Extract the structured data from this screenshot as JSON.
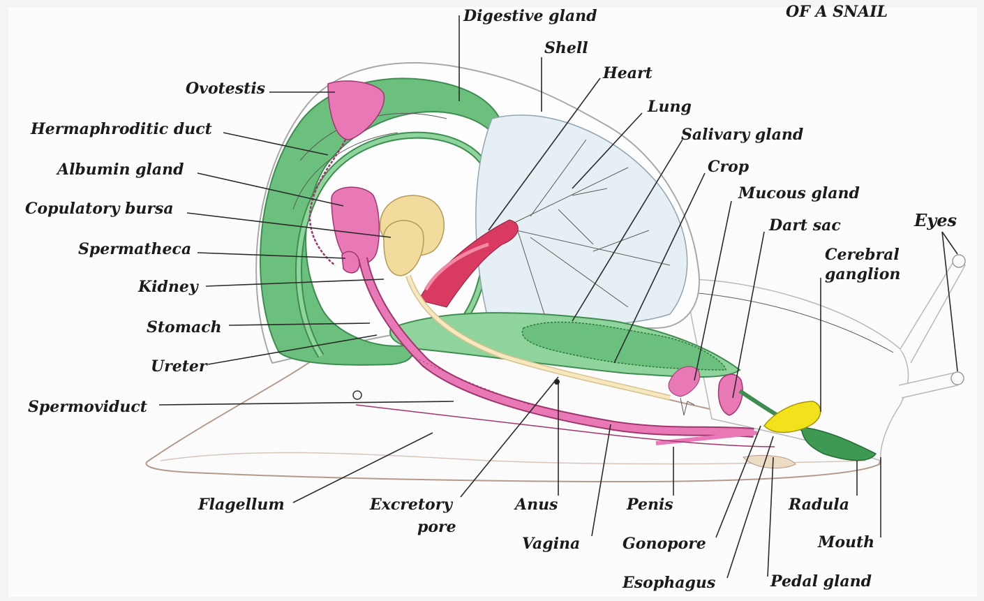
{
  "heading": "OF A SNAIL",
  "labels": {
    "digestive_gland": "Digestive gland",
    "shell": "Shell",
    "heart": "Heart",
    "lung": "Lung",
    "salivary_gland": "Salivary gland",
    "crop": "Crop",
    "mucous_gland": "Mucous gland",
    "dart_sac": "Dart sac",
    "eyes": "Eyes",
    "cerebral_ganglion_1": "Cerebral",
    "cerebral_ganglion_2": "ganglion",
    "ovotestis": "Ovotestis",
    "hermaphroditic_duct": "Hermaphroditic duct",
    "albumin_gland": "Albumin gland",
    "copulatory_bursa": "Copulatory bursa",
    "spermatheca": "Spermatheca",
    "kidney": "Kidney",
    "stomach": "Stomach",
    "ureter": "Ureter",
    "spermoviduct": "Spermoviduct",
    "flagellum": "Flagellum",
    "excretory_pore_1": "Excretory",
    "excretory_pore_2": "pore",
    "anus": "Anus",
    "vagina": "Vagina",
    "penis": "Penis",
    "gonopore": "Gonopore",
    "esophagus": "Esophagus",
    "radula": "Radula",
    "mouth": "Mouth",
    "pedal_gland": "Pedal gland"
  },
  "colors": {
    "background": "#f3f4f5",
    "digestive_gland": "#6cc07e",
    "reproductive": "#e878b6",
    "albumin": "#f1dc9e",
    "lung": "#e6eff3",
    "heart": "#d93a62",
    "ganglion": "#f2e21c",
    "foot": "#fbfbfb"
  }
}
